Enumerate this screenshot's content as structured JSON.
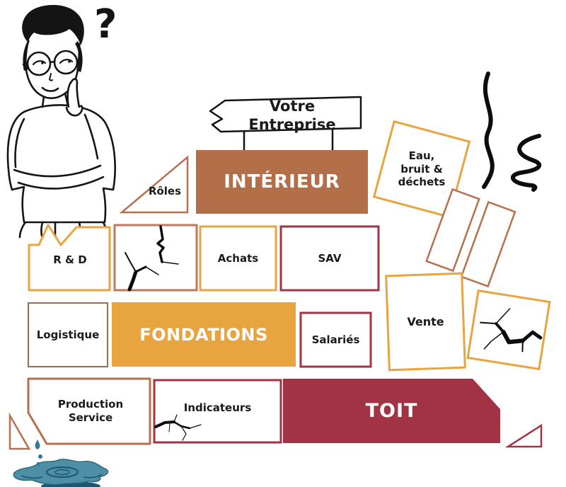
{
  "banner": {
    "label": "Votre Entreprise"
  },
  "decor": {
    "question_mark": "?"
  },
  "blocks": {
    "interieur": {
      "label": "INTÉRIEUR"
    },
    "roles": {
      "label": "Rôles"
    },
    "eau": {
      "lines": [
        "Eau,",
        "bruit &",
        "déchets"
      ]
    },
    "rd": {
      "label": "R & D"
    },
    "achats": {
      "label": "Achats"
    },
    "sav": {
      "label": "SAV"
    },
    "logistique": {
      "label": "Logistique"
    },
    "fondations": {
      "label": "FONDATIONS"
    },
    "salaries": {
      "label": "Salariés"
    },
    "vente": {
      "label": "Vente"
    },
    "production": {
      "lines": [
        "Production",
        "Service"
      ]
    },
    "indicateurs": {
      "label": "Indicateurs"
    },
    "toit": {
      "label": "TOIT"
    }
  },
  "colors": {
    "orange": "#E8A43F",
    "terracotta": "#B5704E",
    "brick_fill": "#B26F48",
    "crimson": "#A23345",
    "teal": "#4E8FA5",
    "ink": "#141414"
  }
}
